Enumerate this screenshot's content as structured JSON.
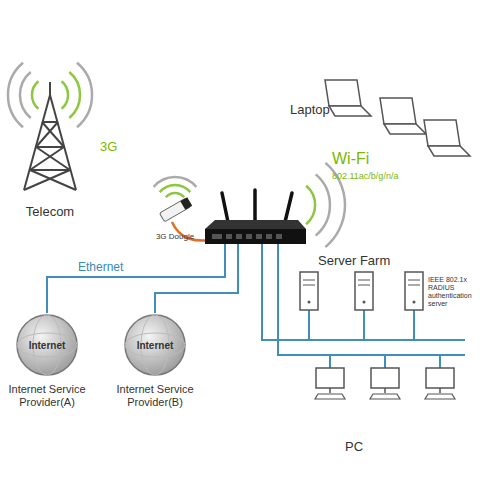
{
  "diagram": {
    "nodes": [
      {
        "text": [
          "Internet",
          "Internet Service Provider(A)"
        ]
      },
      {
        "text": [
          "Internet",
          "Internet Service Provider(B)"
        ]
      }
    ],
    "labels": [
      "Telecom",
      "3G",
      "3G Dougle",
      "Laptop",
      "Wi-Fi",
      "802.11ac/b/g/n/a",
      "Ethernet",
      "Server Farm",
      "IEEE 802.1x RADIUS authentication server",
      "PC"
    ]
  }
}
